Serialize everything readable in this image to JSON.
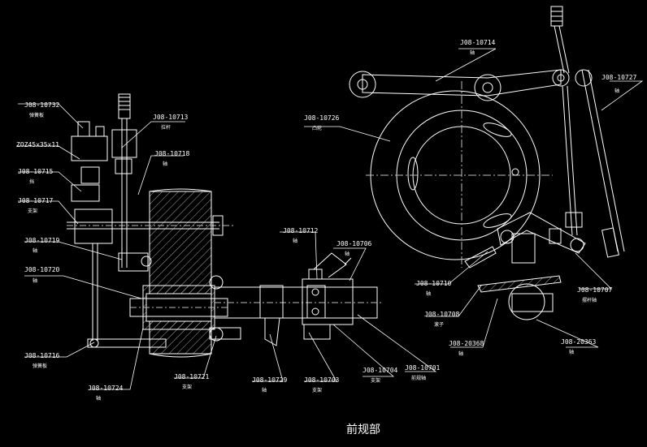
{
  "drawing": {
    "title": "前规部",
    "colors": {
      "background": "#000000",
      "line": "#ffffff",
      "hatch": "#cfcfcf",
      "center": "#bdbdbd"
    },
    "labels": [
      {
        "id": "l1",
        "code": "J08-10732",
        "sub": "弹簧板"
      },
      {
        "id": "l2",
        "code": "ZOZ45x35x11",
        "sub": ""
      },
      {
        "id": "l3",
        "code": "J08-10715",
        "sub": "挡"
      },
      {
        "id": "l4",
        "code": "J08-10717",
        "sub": "支架"
      },
      {
        "id": "l5",
        "code": "J08-10719",
        "sub": "轴"
      },
      {
        "id": "l6",
        "code": "J08-10720",
        "sub": "轴"
      },
      {
        "id": "l7",
        "code": "J08-10716",
        "sub": "弹簧板"
      },
      {
        "id": "l8",
        "code": "J08-10724",
        "sub": "轴"
      },
      {
        "id": "l9",
        "code": "J08-10713",
        "sub": "拉杆"
      },
      {
        "id": "l10",
        "code": "J08-10718",
        "sub": "轴"
      },
      {
        "id": "l11",
        "code": "J08-10721",
        "sub": "支架"
      },
      {
        "id": "l12",
        "code": "J08-10729",
        "sub": "轴"
      },
      {
        "id": "l13",
        "code": "J08-10703",
        "sub": "支架"
      },
      {
        "id": "l14",
        "code": "J08-10712",
        "sub": "轴"
      },
      {
        "id": "l15",
        "code": "J08-10706",
        "sub": "轴"
      },
      {
        "id": "l16",
        "code": "J08-10704",
        "sub": "支架"
      },
      {
        "id": "l17",
        "code": "J08-10701",
        "sub": "前规轴"
      },
      {
        "id": "l18",
        "code": "J08-10714",
        "sub": "轴"
      },
      {
        "id": "l19",
        "code": "J08-10727",
        "sub": "轴"
      },
      {
        "id": "l20",
        "code": "J08-10726",
        "sub": "凸轮"
      },
      {
        "id": "l21",
        "code": "J08-10710",
        "sub": "轴"
      },
      {
        "id": "l22",
        "code": "J08-10708",
        "sub": "滚子"
      },
      {
        "id": "l23",
        "code": "J08-20368",
        "sub": "轴"
      },
      {
        "id": "l24",
        "code": "J08-20363",
        "sub": "轴"
      },
      {
        "id": "l25",
        "code": "J08-10707",
        "sub": "摆杆轴"
      }
    ]
  }
}
